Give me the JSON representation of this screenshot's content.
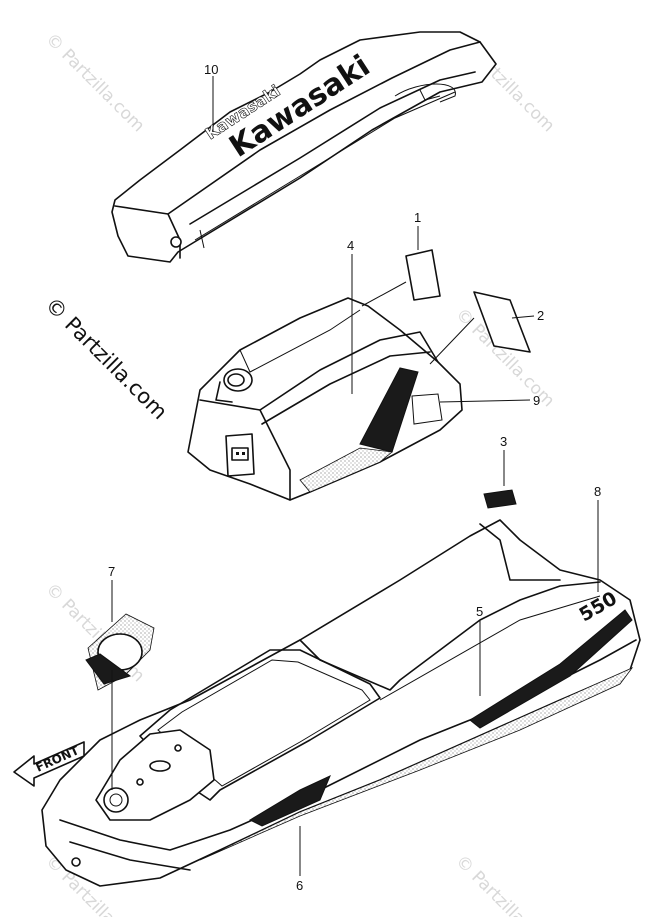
{
  "watermark": {
    "text": "© Partzilla.com"
  },
  "side_watermark": {
    "text": "© Partzilla.com"
  },
  "brand_text": "Kawasaki",
  "decal_550": "550",
  "front_arrow_label": "FRONT",
  "callouts": [
    "10",
    "1",
    "4",
    "2",
    "9",
    "3",
    "8",
    "7",
    "5",
    "6"
  ]
}
